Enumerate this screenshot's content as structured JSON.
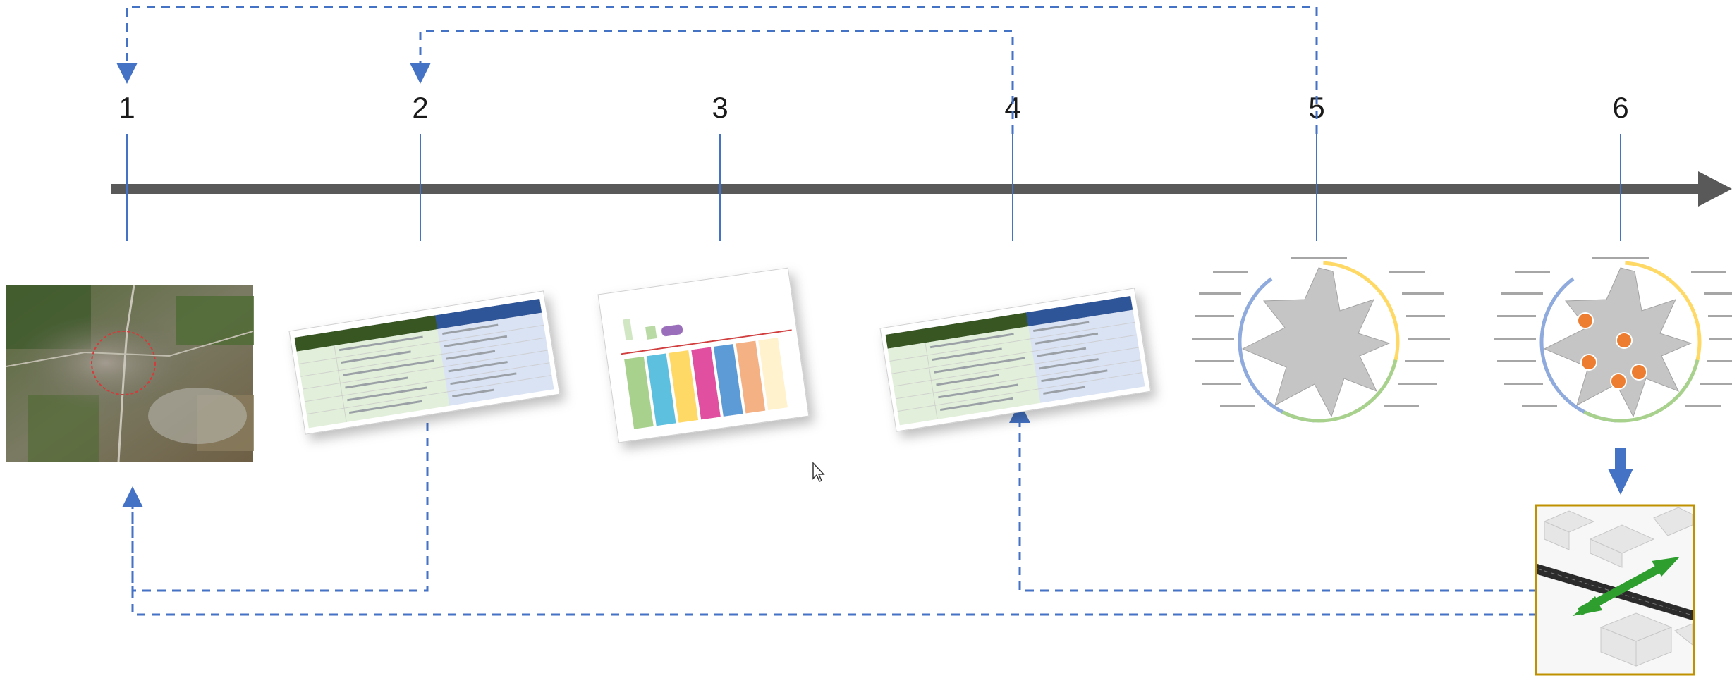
{
  "timeline": {
    "steps": [
      {
        "number": "1"
      },
      {
        "number": "2"
      },
      {
        "number": "3"
      },
      {
        "number": "4"
      },
      {
        "number": "5"
      },
      {
        "number": "6"
      }
    ]
  },
  "colors": {
    "timeline_arrow": "#595959",
    "feedback_dashed": "#4472c4",
    "down_arrow": "#4472c4",
    "table_header_green": "#375623",
    "table_header_blue": "#2f5597",
    "table_body_green": "#e2efda",
    "table_body_blue": "#dae3f3",
    "radar_fill": "#bfbfbf",
    "radar_ring_blue": "#8faadc",
    "radar_ring_yellow": "#ffd966",
    "radar_ring_green": "#a9d18e",
    "marker_orange": "#ed7d31",
    "card_border_gold": "#bf9000",
    "green_arrow": "#2e9e2e"
  },
  "icons": {
    "cursor": "mouse-pointer-icon",
    "down_arrow": "arrow-down-icon",
    "green_double_arrow": "double-arrow-icon"
  }
}
